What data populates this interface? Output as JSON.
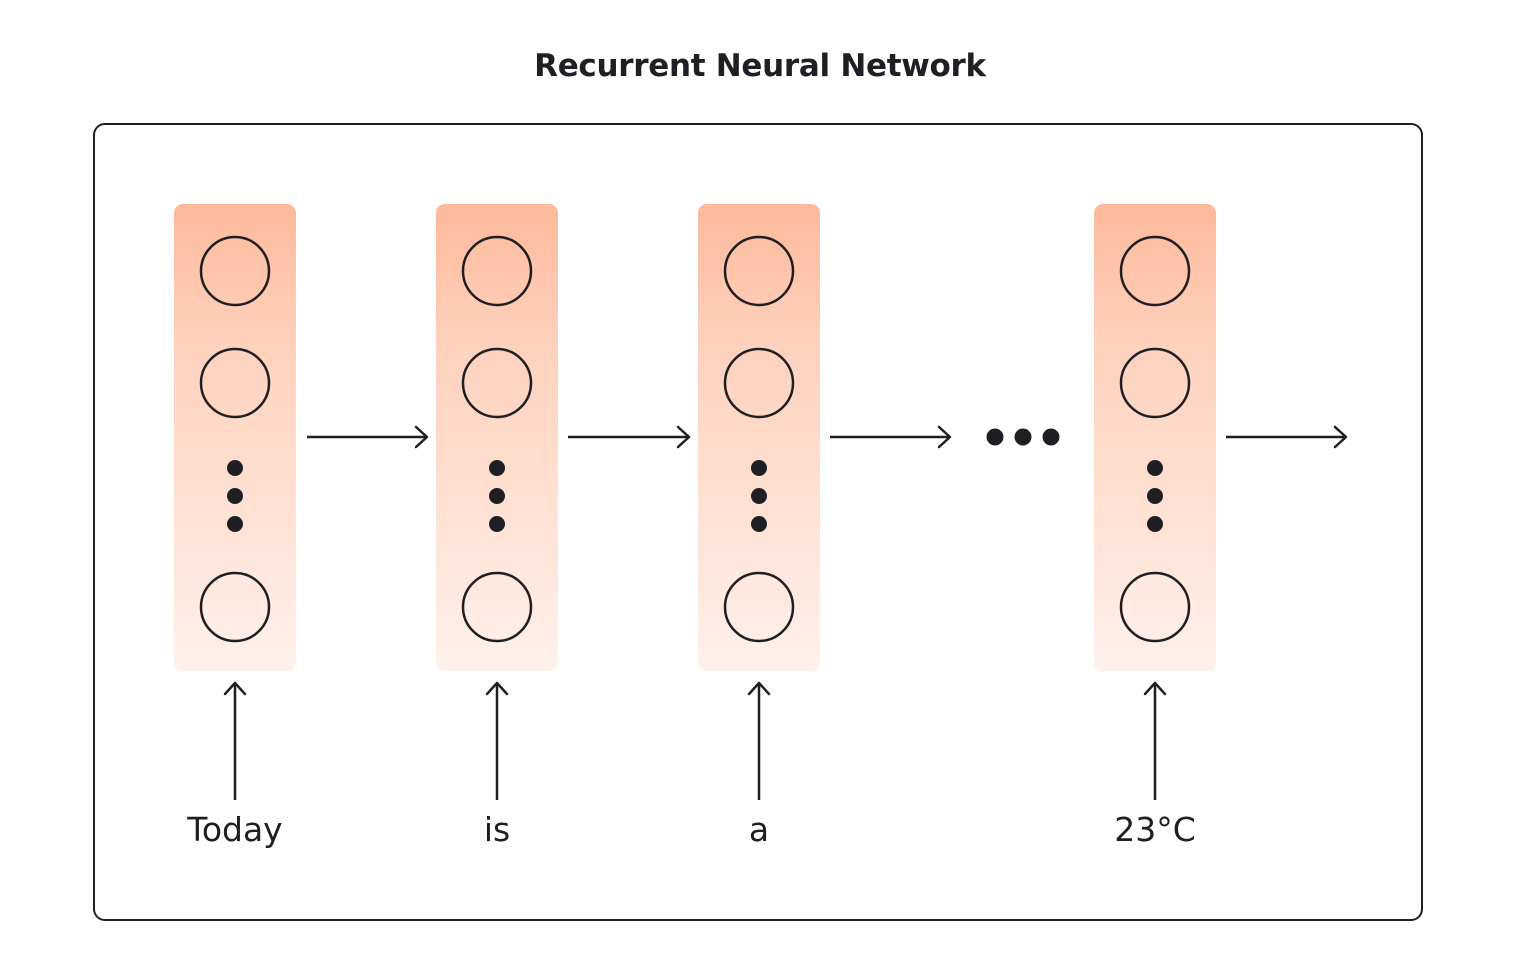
{
  "title": "Recurrent Neural Network",
  "inputs": [
    "Today",
    "is",
    "a",
    "23°C"
  ],
  "ellipsis": "•••",
  "colors": {
    "stroke": "#1f1f23",
    "layer_gradient": [
      "#fdb99a",
      "#fff1ea"
    ]
  }
}
